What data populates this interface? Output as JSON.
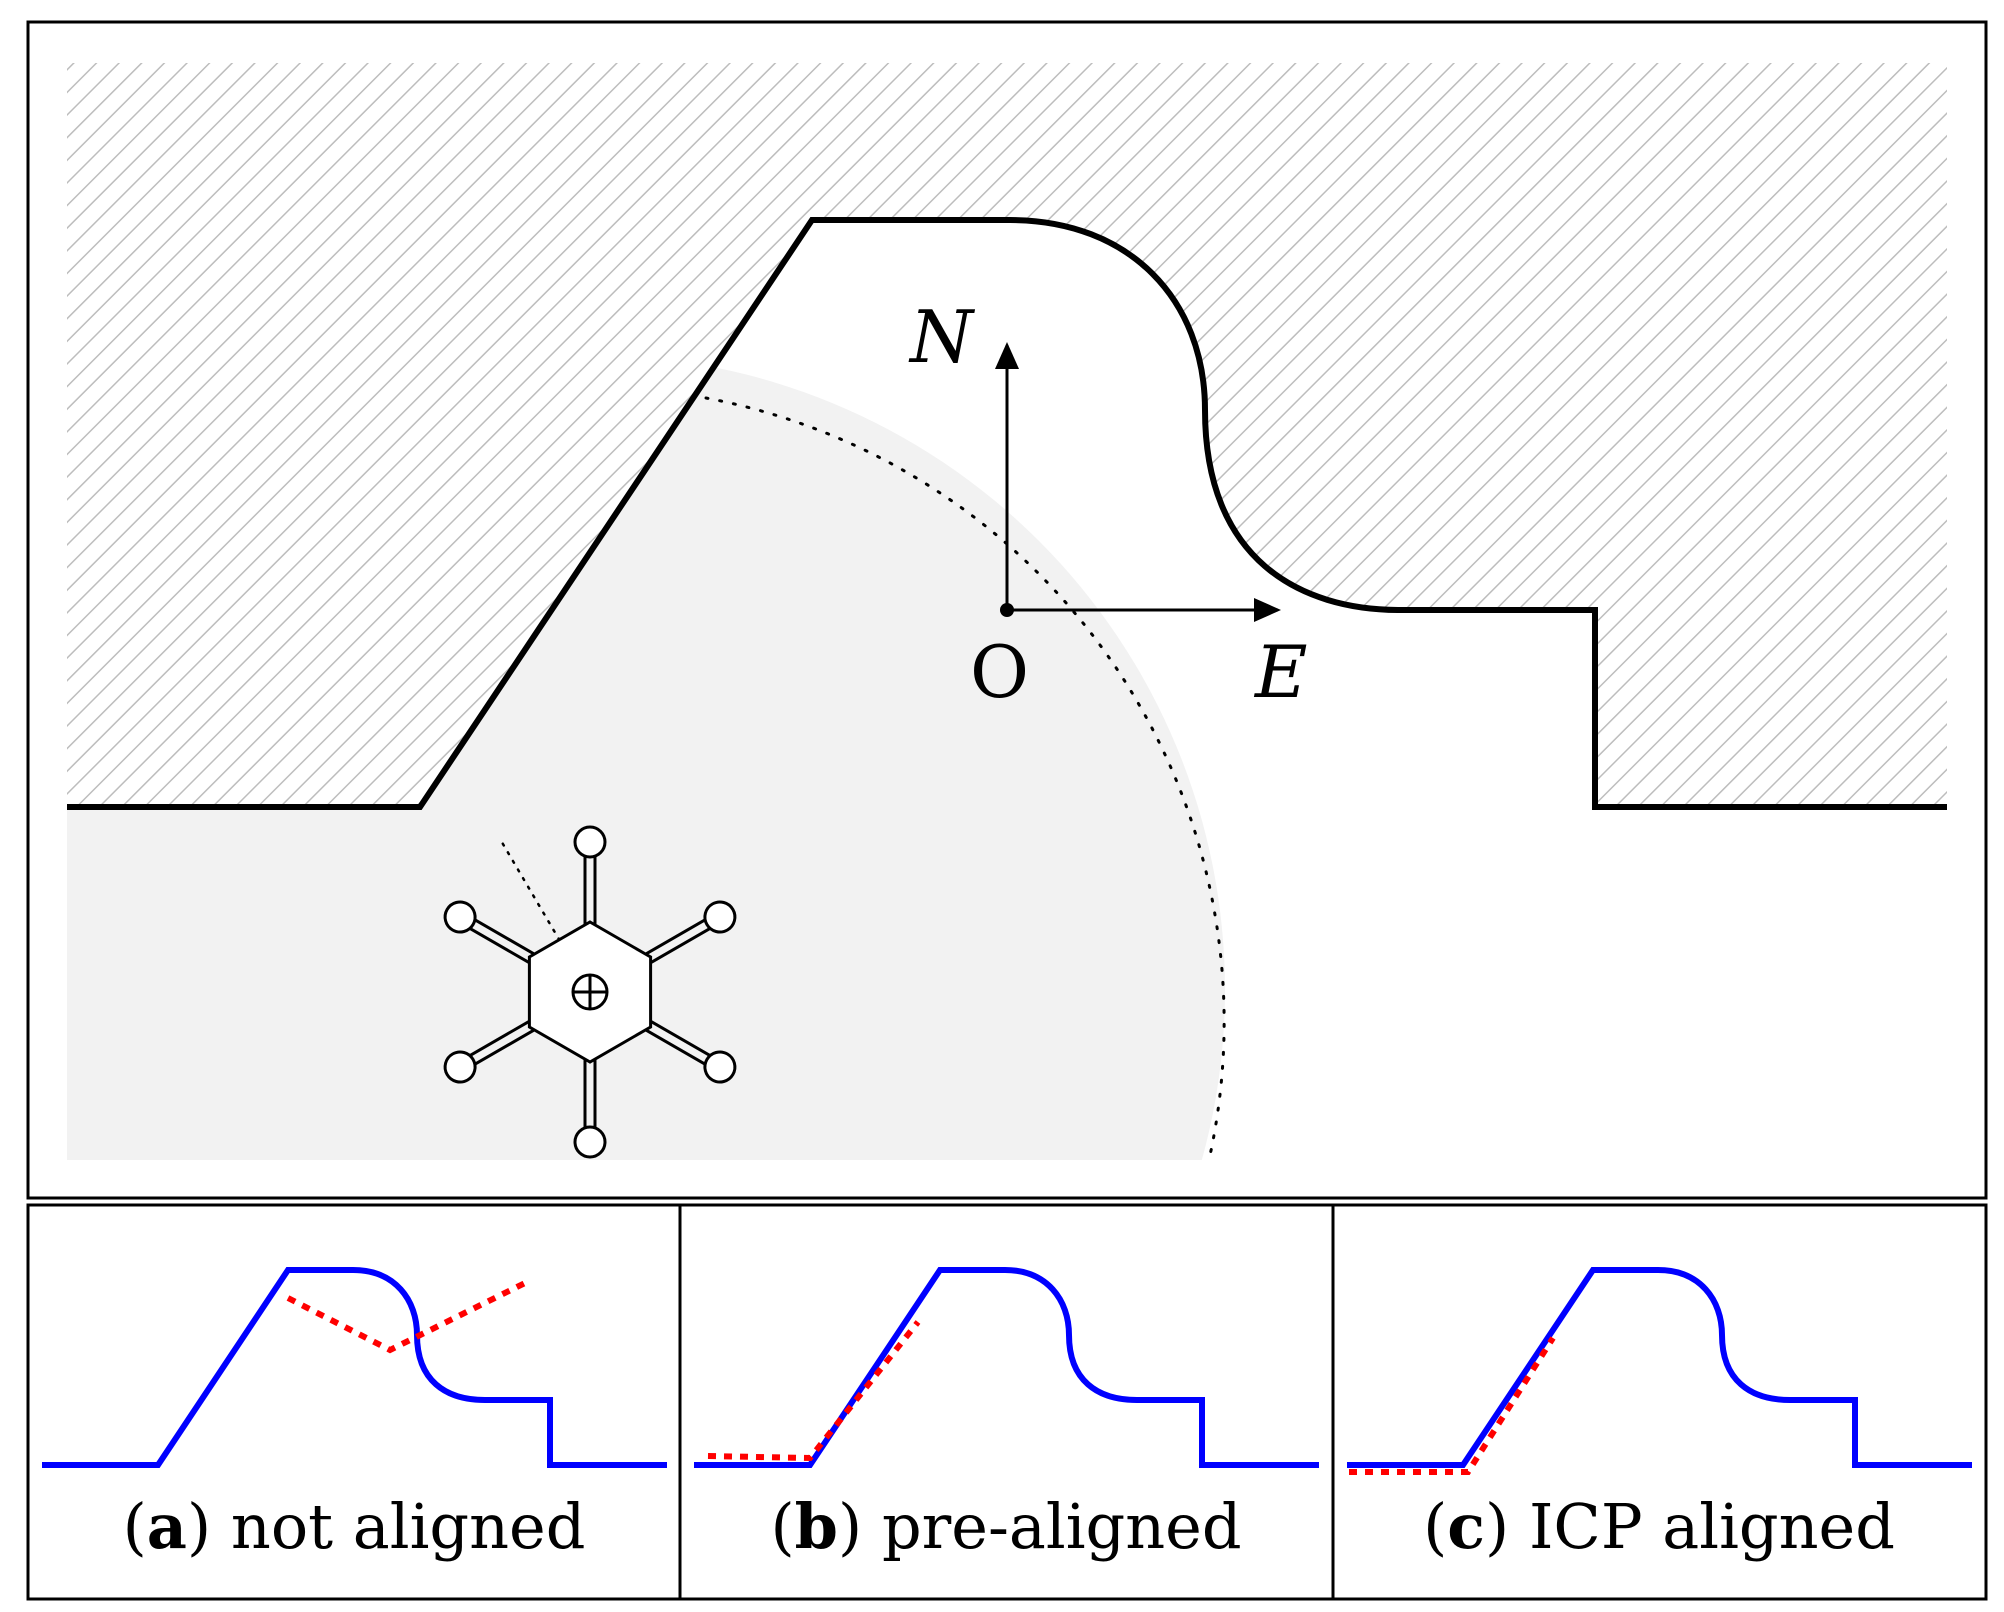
{
  "main_panel": {
    "axes": {
      "north_label": "N",
      "east_label": "E",
      "origin_label": "O"
    },
    "icons": [
      "robot-hexapod-icon",
      "crosshair-icon"
    ],
    "colors": {
      "terrain_outline": "#000000",
      "hatch": "#bdbdbd",
      "sensor_region": "#f2f2f2"
    }
  },
  "subpanels": [
    {
      "open": "(",
      "letter": "a",
      "close": ")",
      "text": " not aligned"
    },
    {
      "open": "(",
      "letter": "b",
      "close": ")",
      "text": " pre-aligned"
    },
    {
      "open": "(",
      "letter": "c",
      "close": ")",
      "text": " ICP aligned"
    }
  ],
  "colors": {
    "reference_profile": "#0000ff",
    "scan_profile": "#ff0000",
    "frame": "#000000"
  }
}
